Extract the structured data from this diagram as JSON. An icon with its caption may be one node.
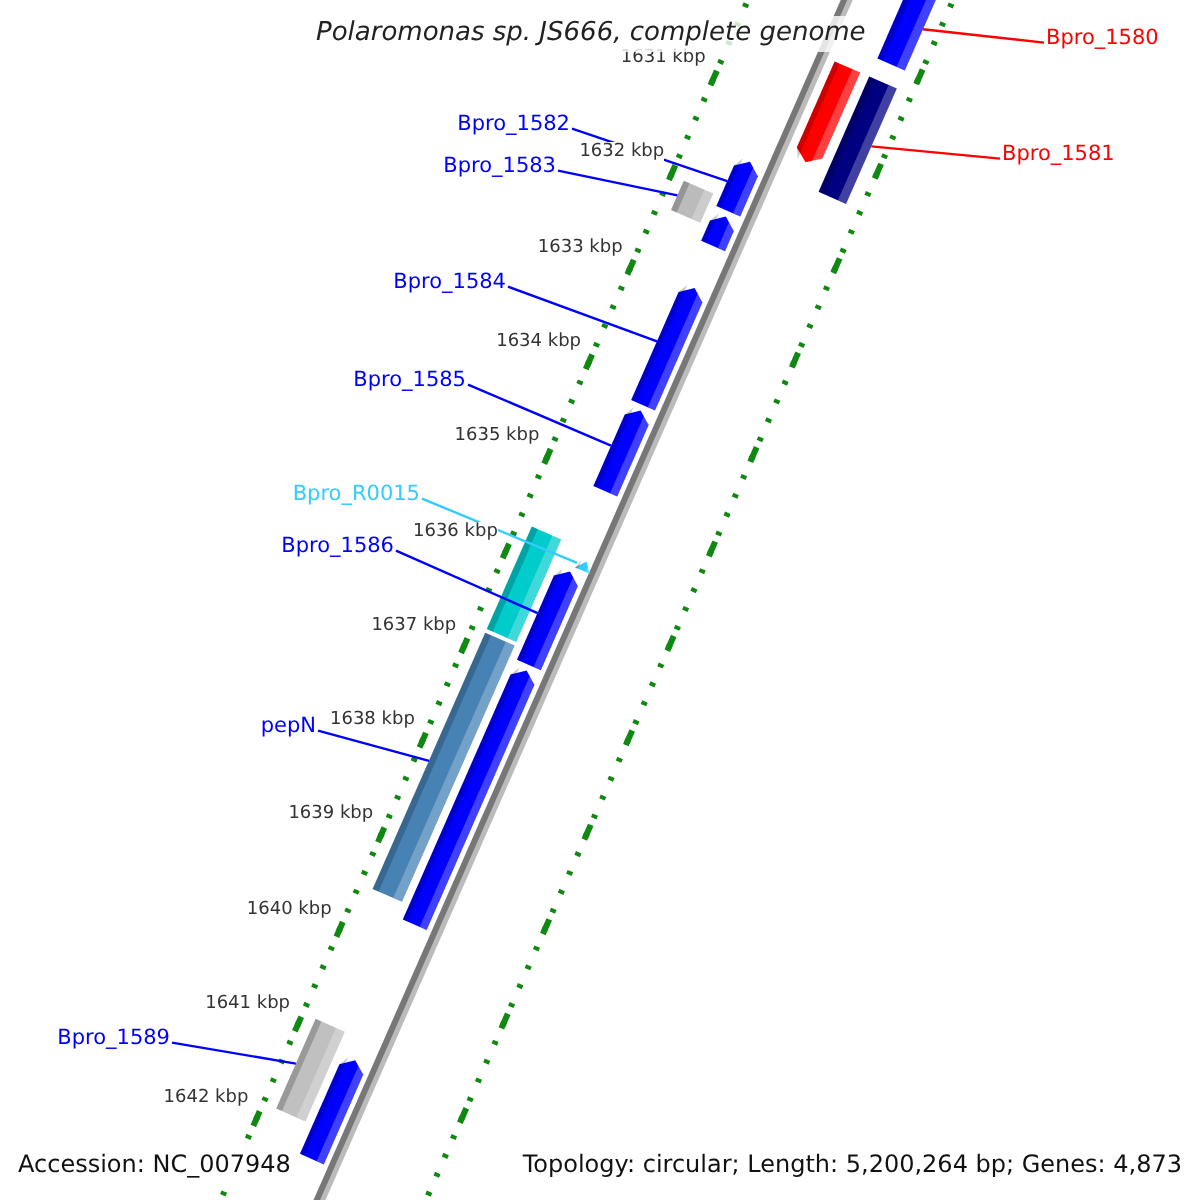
{
  "diagram": {
    "title": "Polaromonas sp. JS666, complete genome",
    "nodes": [
      {
        "text": [
          "Bpro_1580"
        ]
      },
      {
        "text": [
          "Bpro_1581"
        ]
      },
      {
        "text": [
          "Bpro_1582"
        ]
      },
      {
        "text": [
          "Bpro_1583"
        ]
      },
      {
        "text": [
          "Bpro_1584"
        ]
      },
      {
        "text": [
          "Bpro_1585"
        ]
      },
      {
        "text": [
          "Bpro_R0015"
        ]
      },
      {
        "text": [
          "Bpro_1586"
        ]
      },
      {
        "text": [
          "pepN"
        ]
      },
      {
        "text": [
          "Bpro_1589"
        ]
      },
      {
        "text": [],
        "shape": "arrow"
      },
      {
        "text": [],
        "shape": "arrow"
      },
      {
        "text": [],
        "shape": "bar"
      },
      {
        "text": [],
        "shape": "arrow"
      },
      {
        "text": [],
        "shape": "bar"
      },
      {
        "text": [],
        "shape": "arrow"
      },
      {
        "text": [],
        "shape": "arrow"
      },
      {
        "text": [],
        "shape": "arrow"
      },
      {
        "text": [],
        "shape": "arrow"
      },
      {
        "text": [],
        "shape": "bar"
      },
      {
        "text": [],
        "shape": "arrow"
      },
      {
        "text": [],
        "shape": "bar"
      },
      {
        "text": [],
        "shape": "arrow"
      },
      {
        "text": [],
        "shape": "bar"
      },
      {
        "text": [],
        "shape": "arrow"
      }
    ],
    "edges": [
      {
        "from": 0,
        "to": 10,
        "arrow": "none",
        "color": "#ff0000"
      },
      {
        "from": 1,
        "to": 12,
        "arrow": "none",
        "color": "#ff0000"
      },
      {
        "from": 2,
        "to": 13,
        "arrow": "none"
      },
      {
        "from": 3,
        "to": 14,
        "arrow": "none"
      },
      {
        "from": 4,
        "to": 16,
        "arrow": "none"
      },
      {
        "from": 5,
        "to": 17,
        "arrow": "none"
      },
      {
        "from": 6,
        "to": 18,
        "arrow": "none",
        "color": "#33ccff"
      },
      {
        "from": 7,
        "to": 20,
        "arrow": "none"
      },
      {
        "from": 8,
        "to": 21,
        "arrow": "none"
      },
      {
        "from": 9,
        "to": 23,
        "arrow": "none"
      }
    ],
    "labels": [
      "1631 kbp",
      "1632 kbp",
      "1633 kbp",
      "1634 kbp",
      "1635 kbp",
      "1636 kbp",
      "1637 kbp",
      "1638 kbp",
      "1639 kbp",
      "1640 kbp",
      "1641 kbp",
      "1642 kbp",
      "Accession: NC_007948",
      "Topology: circular; Length: 5,200,264 bp; Genes: 4,873"
    ]
  }
}
